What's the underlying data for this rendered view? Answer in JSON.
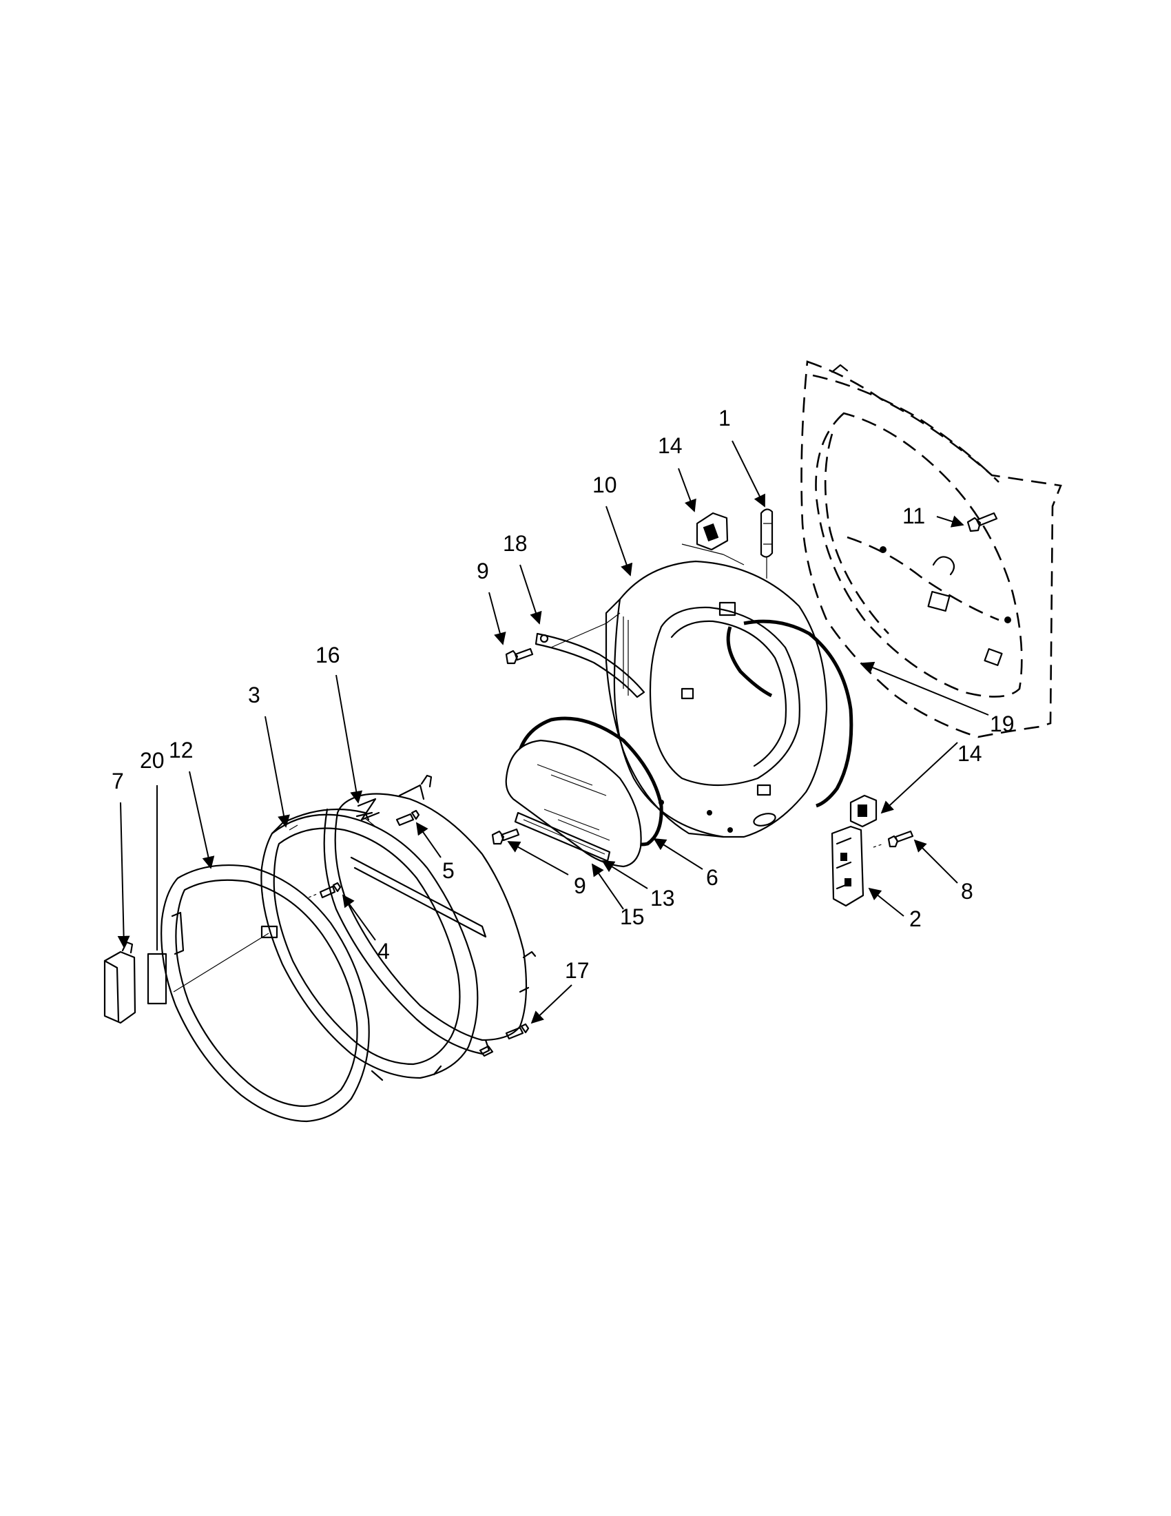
{
  "diagram": {
    "type": "exploded-parts-diagram",
    "callouts": [
      {
        "id": "c1",
        "label": "1"
      },
      {
        "id": "c14a",
        "label": "14"
      },
      {
        "id": "c10",
        "label": "10"
      },
      {
        "id": "c18",
        "label": "18"
      },
      {
        "id": "c9a",
        "label": "9"
      },
      {
        "id": "c11",
        "label": "11"
      },
      {
        "id": "c16",
        "label": "16"
      },
      {
        "id": "c3",
        "label": "3"
      },
      {
        "id": "c12",
        "label": "12"
      },
      {
        "id": "c20",
        "label": "20"
      },
      {
        "id": "c7",
        "label": "7"
      },
      {
        "id": "c19",
        "label": "19"
      },
      {
        "id": "c14b",
        "label": "14"
      },
      {
        "id": "c5",
        "label": "5"
      },
      {
        "id": "c9b",
        "label": "9"
      },
      {
        "id": "c13",
        "label": "13"
      },
      {
        "id": "c6",
        "label": "6"
      },
      {
        "id": "c15",
        "label": "15"
      },
      {
        "id": "c4",
        "label": "4"
      },
      {
        "id": "c8",
        "label": "8"
      },
      {
        "id": "c2",
        "label": "2"
      },
      {
        "id": "c17",
        "label": "17"
      }
    ]
  }
}
